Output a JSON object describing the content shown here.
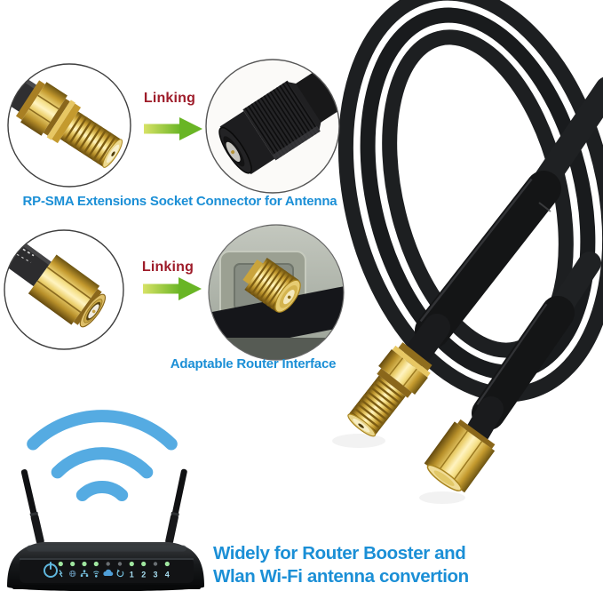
{
  "labels": {
    "linking": "Linking"
  },
  "captions": {
    "antenna": "RP-SMA Extensions Socket Connector for Antenna",
    "router": "Adaptable Router Interface"
  },
  "tagline": {
    "line1": "Widely for Router Booster and",
    "line2": "Wlan Wi-Fi antenna convertion"
  },
  "insets": [
    {
      "name": "rp-sma-female-connector-photo"
    },
    {
      "name": "antenna-socket-photo"
    },
    {
      "name": "rp-sma-male-connector-photo"
    },
    {
      "name": "router-antenna-interface-photo"
    }
  ],
  "router": {
    "numbers": [
      "1",
      "2",
      "3",
      "4"
    ],
    "indicators": [
      {
        "icon": "bolt-icon",
        "led": "on"
      },
      {
        "icon": "globe-icon",
        "led": "on"
      },
      {
        "icon": "lan-icon",
        "led": "on"
      },
      {
        "icon": "wifi-icon",
        "led": "on"
      },
      {
        "icon": "cloud-icon",
        "led": "off"
      },
      {
        "icon": "refresh-icon",
        "led": "off"
      },
      {
        "icon": "port-1",
        "led": "on"
      },
      {
        "icon": "port-2",
        "led": "on"
      },
      {
        "icon": "port-3",
        "led": "off"
      },
      {
        "icon": "port-4",
        "led": "on"
      }
    ]
  },
  "icons": [
    "linking-arrow-icon",
    "wifi-signal-icon",
    "power-icon"
  ],
  "colors": {
    "caption_blue": "#1b8fd6",
    "linking_red": "#9e1c2a",
    "arrow_green_start": "#d7e266",
    "arrow_green_end": "#69b525",
    "wifi_blue": "#55abe2",
    "led_green": "#9fe69f",
    "gold": "#d9b44a",
    "cable_black": "#1d1f21"
  }
}
